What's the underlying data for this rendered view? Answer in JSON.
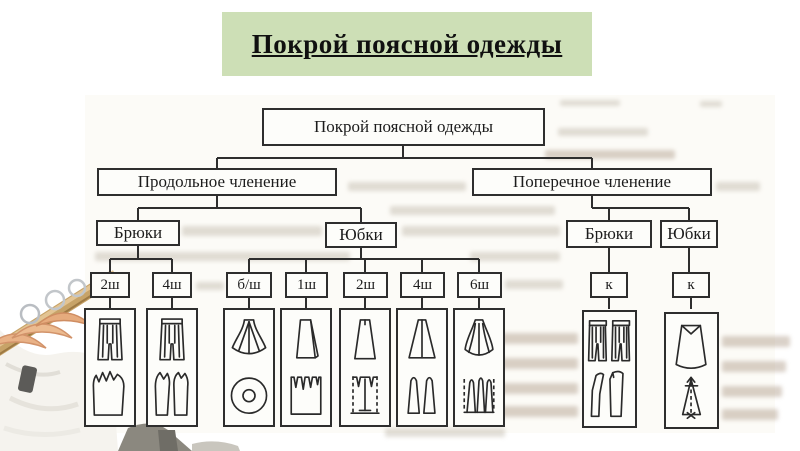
{
  "banner": {
    "title": "Покрой поясной одежды",
    "bg_color": "#cddfb6"
  },
  "tree": {
    "root": {
      "label": "Покрой поясной одежды"
    },
    "branches": [
      {
        "label": "Продольное членение",
        "children": [
          {
            "label": "Брюки",
            "codes": [
              "2ш",
              "4ш"
            ]
          },
          {
            "label": "Юбки",
            "codes": [
              "б/ш",
              "1ш",
              "2ш",
              "4ш",
              "6ш"
            ]
          }
        ]
      },
      {
        "label": "Поперечное членение",
        "children": [
          {
            "label": "Брюки",
            "codes": [
              "к"
            ]
          },
          {
            "label": "Юбки",
            "codes": [
              "к"
            ]
          }
        ]
      }
    ]
  },
  "illustrations": [
    {
      "code": "2ш",
      "icon": "trousers-two-seam-icon",
      "detail": "trousers with single pattern piece"
    },
    {
      "code": "4ш",
      "icon": "trousers-four-seam-icon",
      "detail": "trousers with two pattern pieces"
    },
    {
      "code": "б/ш",
      "icon": "circle-skirt-icon",
      "detail": "flared skirt with circular pattern"
    },
    {
      "code": "1ш",
      "icon": "one-seam-skirt-icon",
      "detail": "straight skirt with darted rectangle pattern"
    },
    {
      "code": "2ш",
      "icon": "two-seam-skirt-icon",
      "detail": "skirt with front/back panel pattern"
    },
    {
      "code": "4ш",
      "icon": "four-gore-skirt-icon",
      "detail": "skirt with two gore panels"
    },
    {
      "code": "6ш",
      "icon": "six-gore-skirt-icon",
      "detail": "skirt with multiple gore panels"
    },
    {
      "code": "к",
      "icon": "yoke-trousers-icon",
      "detail": "trousers with yoke and pieces"
    },
    {
      "code": "к",
      "icon": "yoke-skirt-icon",
      "detail": "skirt with yoke and gore with grainline"
    }
  ],
  "decor": {
    "photo": "wooden-hangers-photo",
    "line_color": "#2e2e2e",
    "paper_color": "#fcfbf7"
  }
}
